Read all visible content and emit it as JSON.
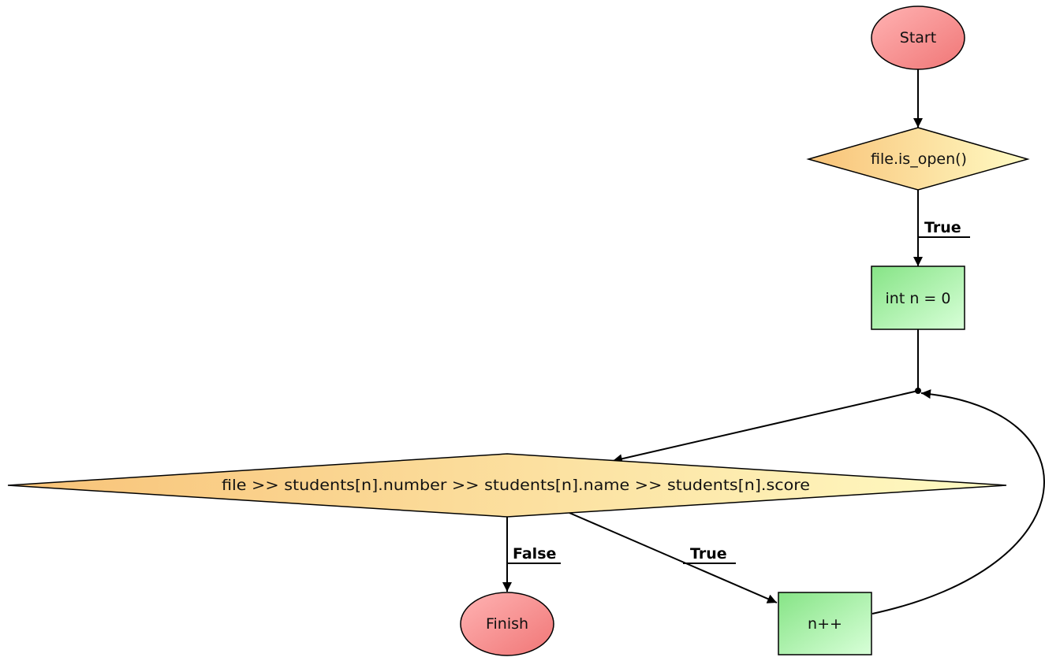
{
  "flowchart": {
    "nodes": {
      "start": {
        "label": "Start",
        "shape": "ellipse"
      },
      "condition_open": {
        "label": "file.is_open()",
        "shape": "diamond"
      },
      "init_n": {
        "label": "int n = 0",
        "shape": "rect"
      },
      "condition_read": {
        "label": "file >> students[n].number >> students[n].name >> students[n].score",
        "shape": "diamond"
      },
      "finish": {
        "label": "Finish",
        "shape": "ellipse"
      },
      "increment_n": {
        "label": "n++",
        "shape": "rect"
      }
    },
    "edges": {
      "open_true": {
        "label": "True"
      },
      "read_false": {
        "label": "False"
      },
      "read_true": {
        "label": "True"
      }
    }
  },
  "colors": {
    "terminal_fill_start": "#ffb3b3",
    "terminal_fill_end": "#f48080",
    "decision_fill_start": "#f9c87a",
    "decision_fill_end": "#fffac0",
    "process_fill_start": "#8ee88e",
    "process_fill_end": "#d4ffd4",
    "stroke": "#000000"
  }
}
